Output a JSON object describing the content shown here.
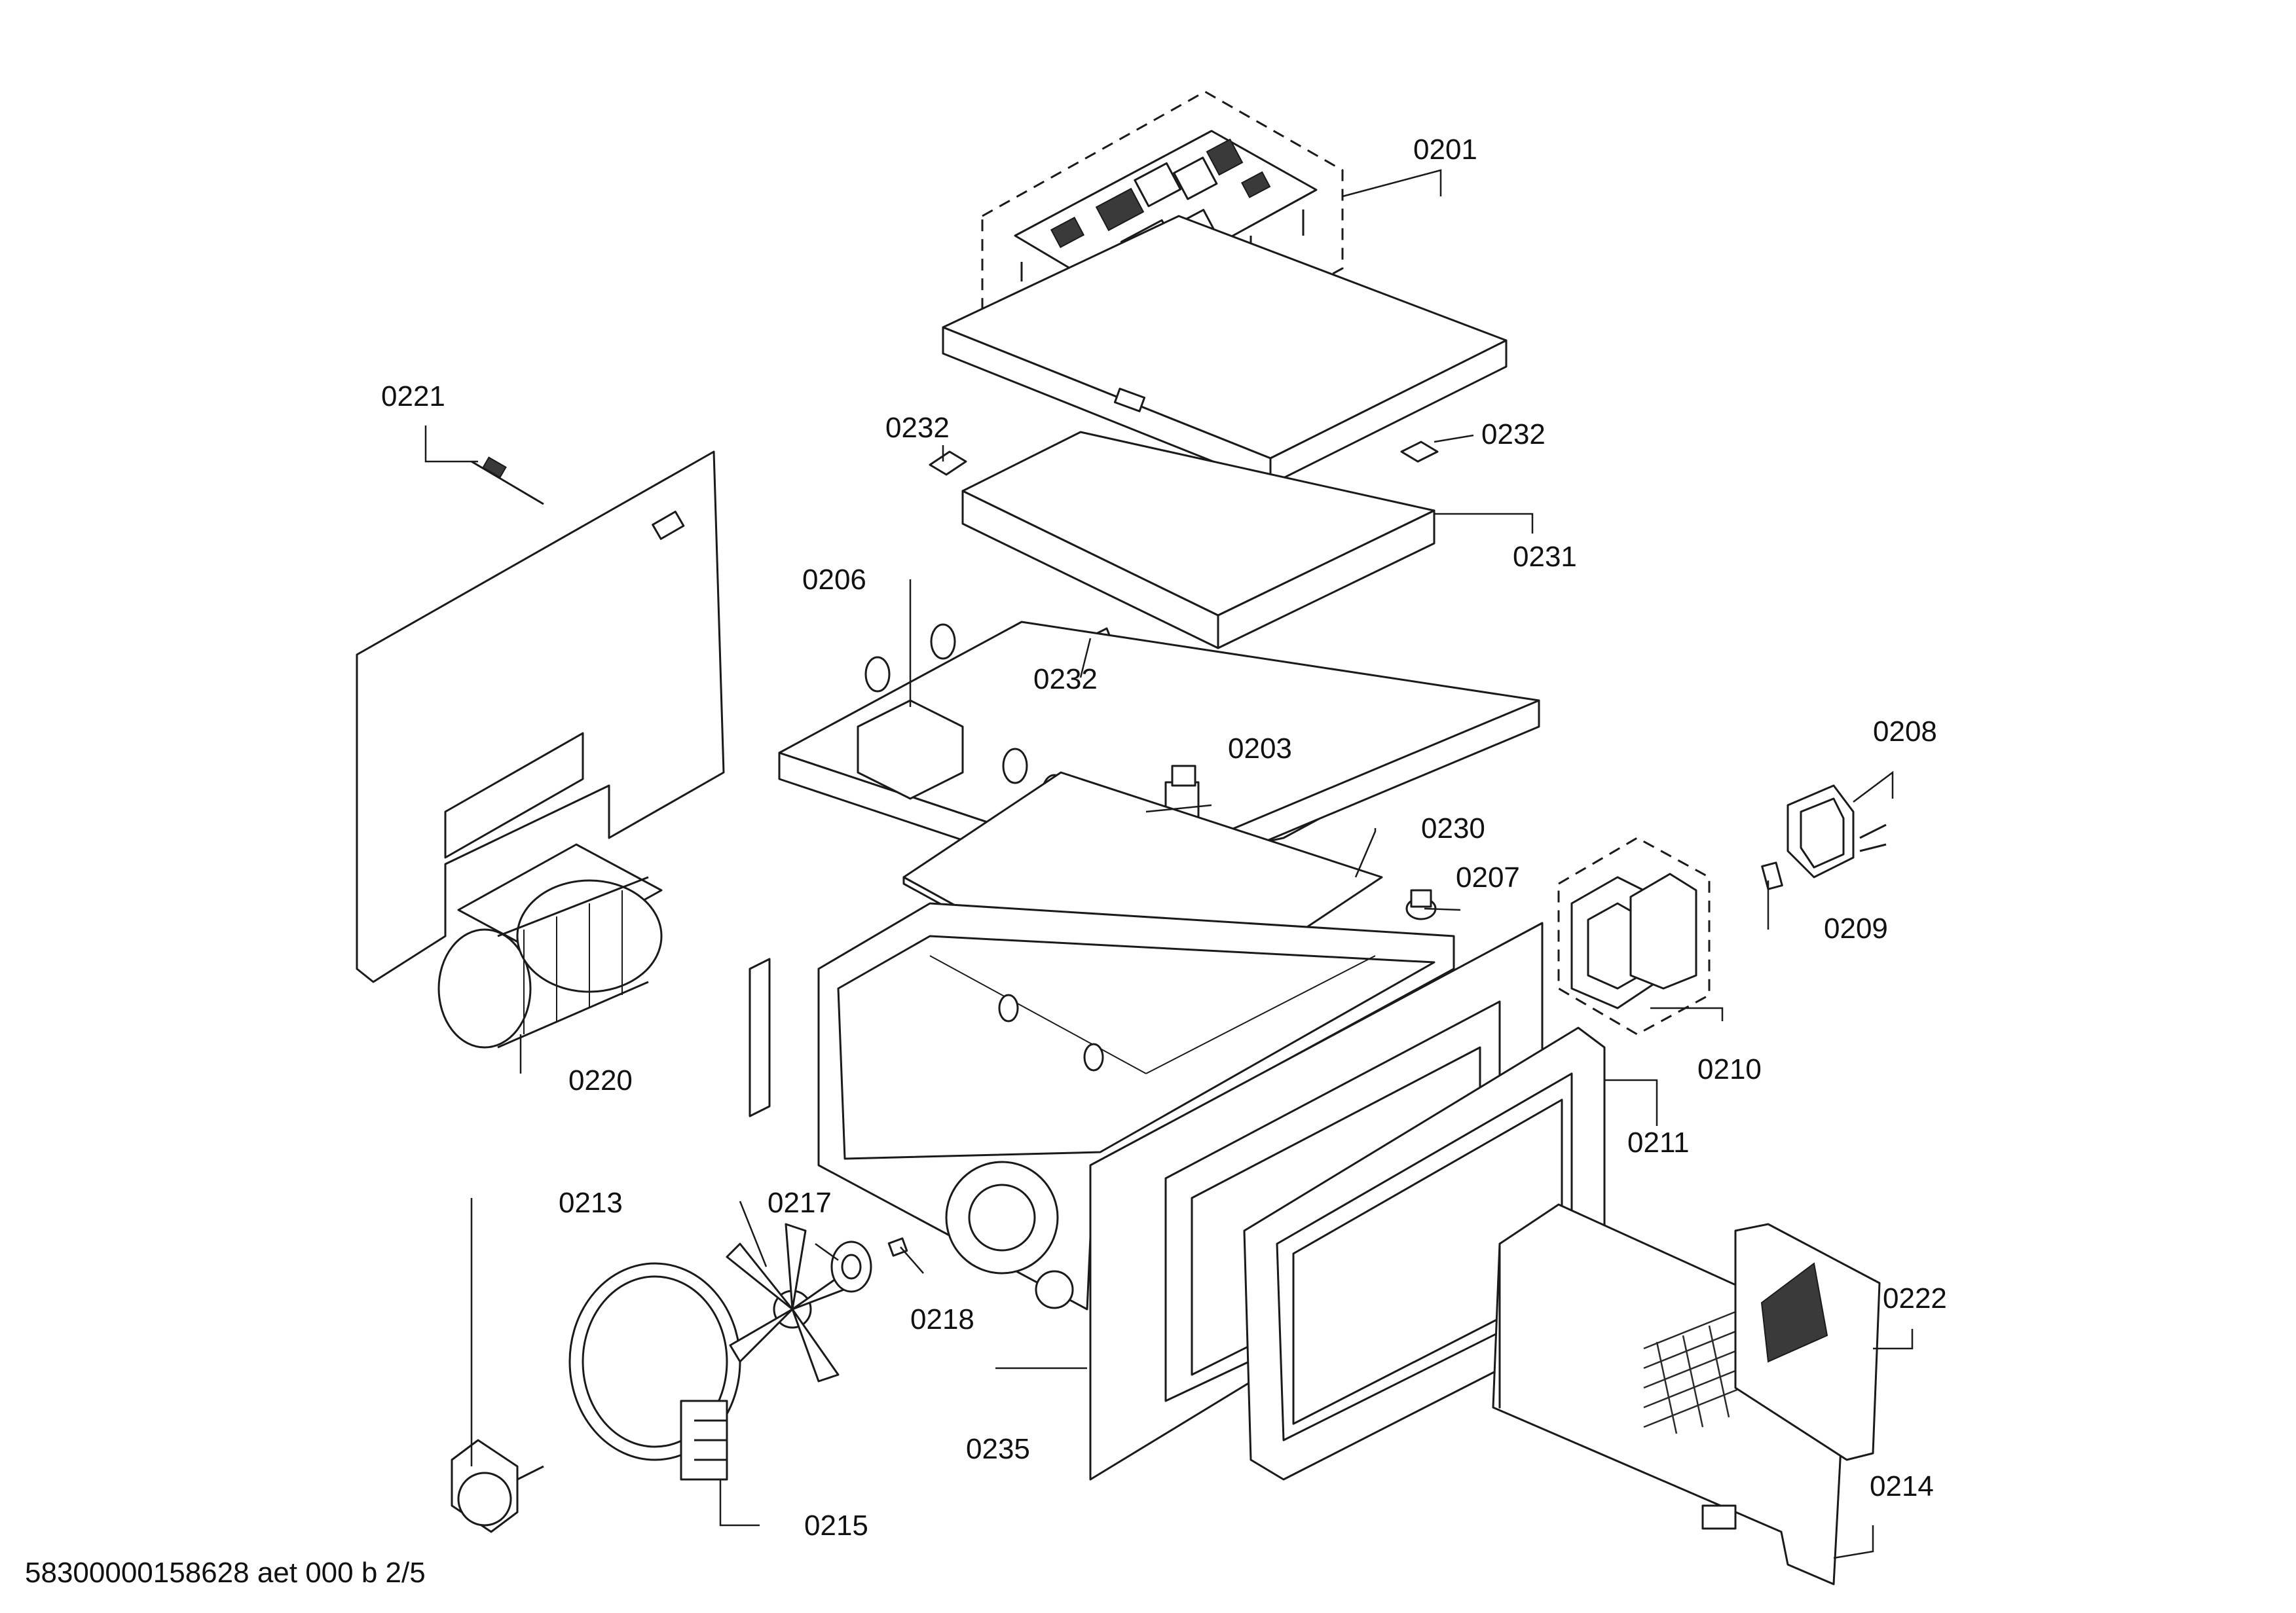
{
  "labels": {
    "p0201": "0201",
    "p0203": "0203",
    "p0206": "0206",
    "p0207": "0207",
    "p0208": "0208",
    "p0209": "0209",
    "p0210": "0210",
    "p0211": "0211",
    "p0213": "0213",
    "p0214": "0214",
    "p0215": "0215",
    "p0217": "0217",
    "p0218": "0218",
    "p0220": "0220",
    "p0221": "0221",
    "p0222": "0222",
    "p0230": "0230",
    "p0231": "0231",
    "p0232a": "0232",
    "p0232b": "0232",
    "p0232c": "0232",
    "p0235": "0235"
  },
  "footer": "58300000158628 aet 000 b 2/5",
  "colors": {
    "line": "#1a1a1a",
    "background": "#ffffff"
  }
}
